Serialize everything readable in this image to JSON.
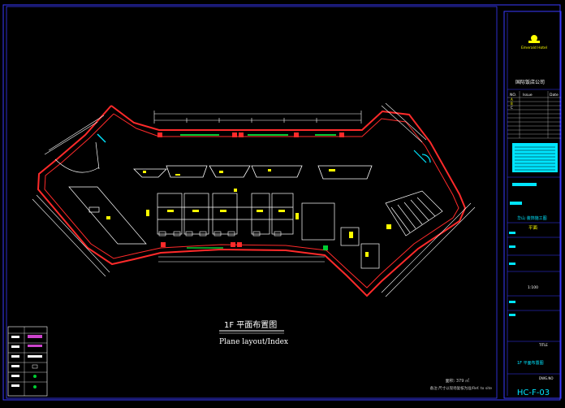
{
  "drawing": {
    "title_cn": "1F 平面布置图",
    "title_en": "Plane layout/Index",
    "bottom_note_1": "面积: 379 ㎡",
    "bottom_note_2": "备注:尺寸以现场复核为准/Ref. to site"
  },
  "title_block": {
    "company_name": "国际饭店公司",
    "rev_headers": [
      "NO.",
      "Issue",
      "Date"
    ],
    "rev_rows": [
      "A",
      "B",
      "C"
    ],
    "project_label": "1F 平面布置图",
    "scale": "1:100",
    "drawing_no": "HC-F-03",
    "label_title": "TITLE",
    "label_dwg_no": "DWG.NO",
    "label_design": "平面",
    "label_region": "华山 装饰施工图",
    "logo_text": "Emerald Hotel"
  },
  "legend": {
    "title": "",
    "rows": [
      "",
      "",
      "",
      "",
      "",
      ""
    ]
  },
  "colors": {
    "wall": "#ff2a2a",
    "furniture": "#ffffff",
    "highlight": "#ffff00",
    "glass": "#00cc33",
    "titleblock_fill": "#00e5ff",
    "border": "#3a3aff"
  }
}
